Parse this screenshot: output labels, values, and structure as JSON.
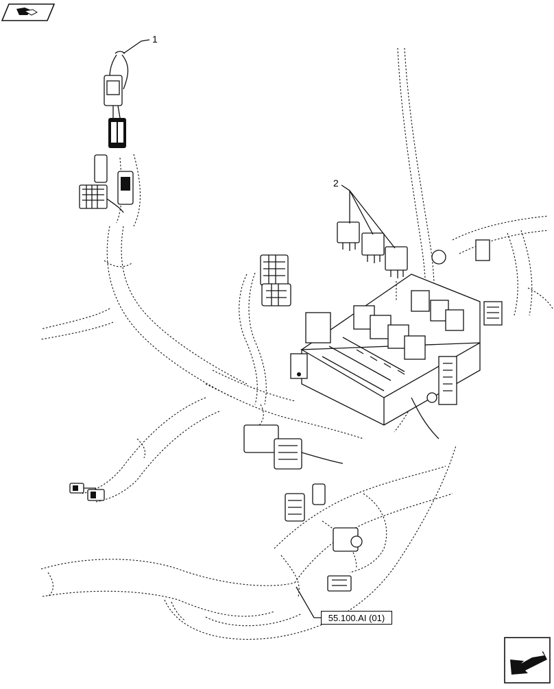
{
  "callouts": [
    {
      "label": "1"
    },
    {
      "label": "2"
    }
  ],
  "reference": {
    "text": "55.100.AI (01)"
  },
  "icons": {
    "top_left": "book-pointer-icon",
    "bottom_right": "next-page-arrow-icon"
  }
}
